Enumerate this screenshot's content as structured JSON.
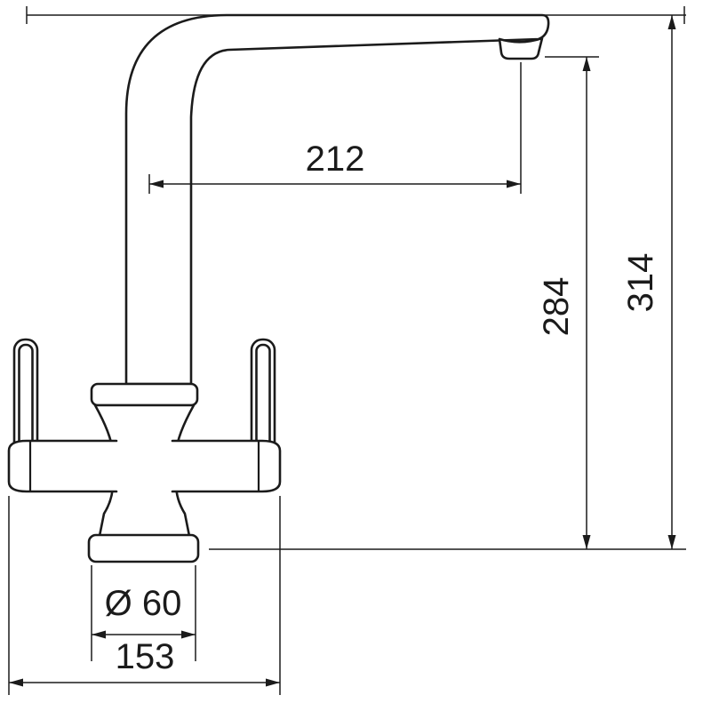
{
  "page": {
    "background": "#ffffff",
    "line_color": "#1b1b1b"
  },
  "drawing": {
    "kind": "dimensioned side elevation of a twin-lever kitchen mixer tap",
    "dimensions": {
      "spout_reach": {
        "label": "212"
      },
      "outlet_height": {
        "label": "284"
      },
      "total_height": {
        "label": "314"
      },
      "base_diameter": {
        "label": "Ø 60"
      },
      "overall_width": {
        "label": "153"
      }
    }
  }
}
